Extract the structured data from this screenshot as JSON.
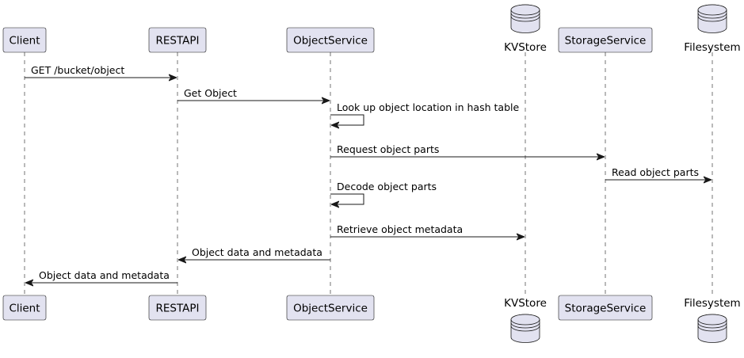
{
  "participants": [
    {
      "id": "client",
      "label": "Client",
      "kind": "participant"
    },
    {
      "id": "restapi",
      "label": "RESTAPI",
      "kind": "participant"
    },
    {
      "id": "objectservice",
      "label": "ObjectService",
      "kind": "participant"
    },
    {
      "id": "kvstore",
      "label": "KVStore",
      "kind": "database"
    },
    {
      "id": "storageservice",
      "label": "StorageService",
      "kind": "participant"
    },
    {
      "id": "filesystem",
      "label": "Filesystem",
      "kind": "database"
    }
  ],
  "messages": [
    {
      "from": "client",
      "to": "restapi",
      "label": "GET /bucket/object"
    },
    {
      "from": "restapi",
      "to": "objectservice",
      "label": "Get Object"
    },
    {
      "from": "objectservice",
      "to": "objectservice",
      "label": "Look up object location in hash table"
    },
    {
      "from": "objectservice",
      "to": "storageservice",
      "label": "Request object parts"
    },
    {
      "from": "storageservice",
      "to": "filesystem",
      "label": "Read object parts"
    },
    {
      "from": "objectservice",
      "to": "objectservice",
      "label": "Decode object parts"
    },
    {
      "from": "objectservice",
      "to": "kvstore",
      "label": "Retrieve object metadata"
    },
    {
      "from": "objectservice",
      "to": "restapi",
      "label": "Object data and metadata"
    },
    {
      "from": "restapi",
      "to": "client",
      "label": "Object data and metadata"
    }
  ],
  "colors": {
    "participant_fill": "#e2e2f0",
    "line": "#181818",
    "background": "#ffffff"
  }
}
